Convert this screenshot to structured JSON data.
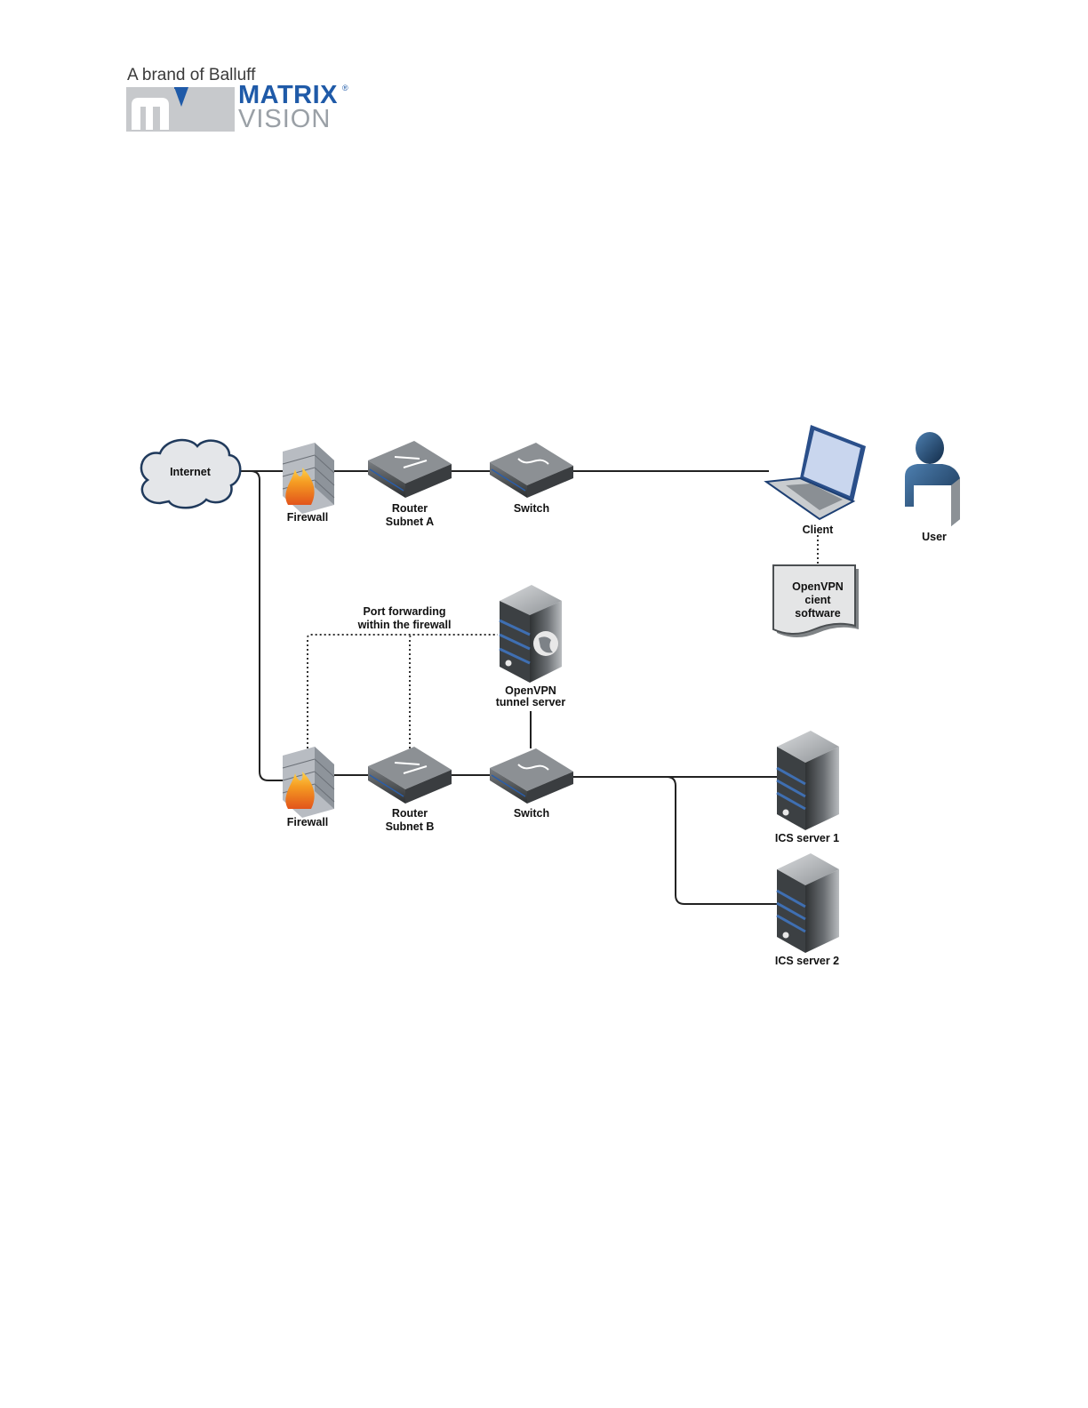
{
  "logo": {
    "tagline": "A brand of Balluff",
    "brand_word_1": "MATRIX",
    "brand_word_2": "VISION",
    "registered": "®",
    "monogram": "mV"
  },
  "colors": {
    "brand_blue": "#1f5aa8",
    "brand_grey": "#9aa0a6",
    "line": "#222222"
  },
  "diagram": {
    "internet": "Internet",
    "firewall_top": "Firewall",
    "router_a": [
      "Router",
      "Subnet A"
    ],
    "switch_top": "Switch",
    "client": "Client",
    "user": "User",
    "openvpn_client_doc": [
      "OpenVPN",
      "cient",
      "software"
    ],
    "port_forwarding": [
      "Port forwarding",
      "within the firewall"
    ],
    "openvpn_server": [
      "OpenVPN",
      "tunnel server"
    ],
    "firewall_bottom": "Firewall",
    "router_b": [
      "Router",
      "Subnet B"
    ],
    "switch_bottom": "Switch",
    "ics_server_1": "ICS server 1",
    "ics_server_2": "ICS server 2"
  }
}
